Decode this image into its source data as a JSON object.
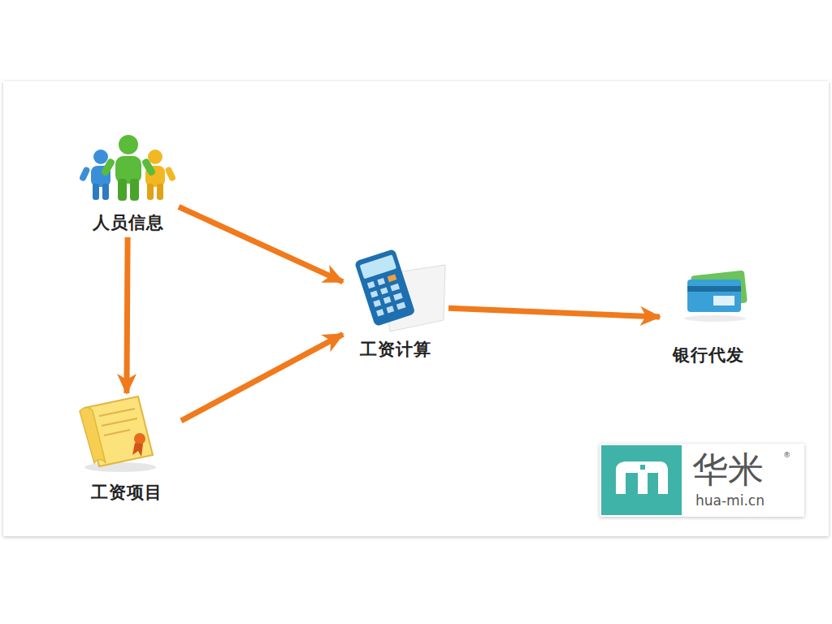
{
  "diagram": {
    "nodes": [
      {
        "text": [
          "人员信息"
        ]
      },
      {
        "text": [
          "工资项目"
        ]
      },
      {
        "text": [
          "工资计算"
        ]
      },
      {
        "text": [
          "银行代发"
        ]
      }
    ],
    "edges": [
      {
        "from": 0,
        "to": 2,
        "arrow": "to"
      },
      {
        "from": 0,
        "to": 1,
        "arrow": "to"
      },
      {
        "from": 1,
        "to": 2,
        "arrow": "to"
      },
      {
        "from": 2,
        "to": 3,
        "arrow": "to"
      }
    ],
    "labels": [
      "华米",
      "hua-mi.cn",
      "®"
    ]
  }
}
